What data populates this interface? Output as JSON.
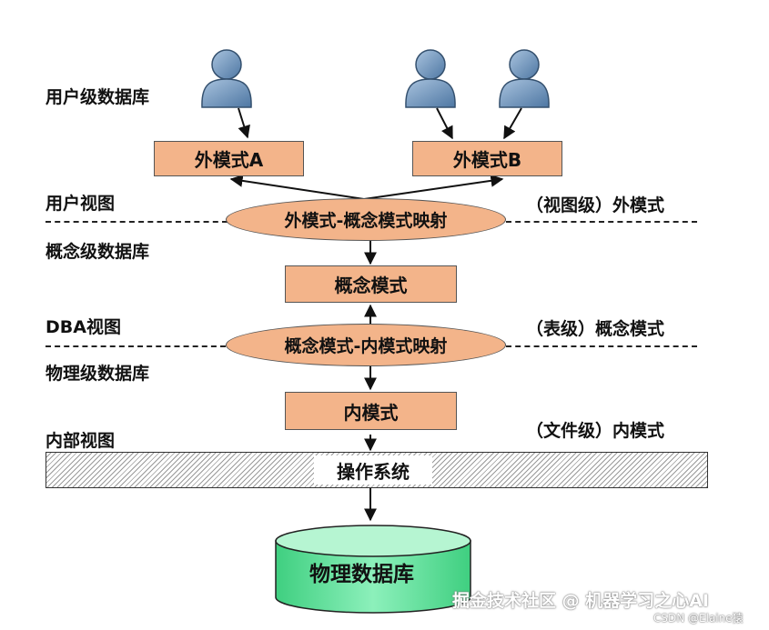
{
  "left_labels": {
    "user_db": "用户级数据库",
    "user_view": "用户视图",
    "concept_db": "概念级数据库",
    "dba_view": "DBA视图",
    "physical_db": "物理级数据库",
    "internal_view": "内部视图"
  },
  "right_labels": {
    "external": "（视图级）外模式",
    "conceptual": "（表级）概念模式",
    "internal": "（文件级）内模式"
  },
  "boxes": {
    "external_a": "外模式A",
    "external_b": "外模式B",
    "conceptual": "概念模式",
    "internal": "内模式"
  },
  "mappings": {
    "external_conceptual": "外模式-概念模式映射",
    "conceptual_internal": "概念模式-内模式映射"
  },
  "os_label": "操作系统",
  "database_label": "物理数据库",
  "watermark": {
    "main": "掘金技术社区 @ 机器学习之心AI",
    "sub": "CSDN @Elaine猿"
  },
  "colors": {
    "box_fill": "#f3b48a",
    "cylinder_fill": "#5fdc9a",
    "user_icon": "#6f93ba"
  }
}
